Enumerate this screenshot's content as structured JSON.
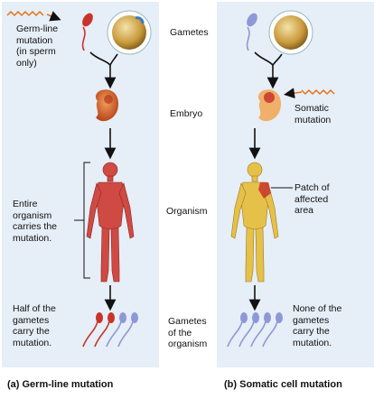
{
  "left": {
    "germline_label": "Germ-line\nmutation\n(in sperm\nonly)",
    "organism_label": "Entire\norganism\ncarries the\nmutation.",
    "gametes_label": "Half of the\ngametes\ncarry the\nmutation.",
    "caption": "(a) Germ-line mutation"
  },
  "middle": {
    "gametes": "Gametes",
    "embryo": "Embryo",
    "organism": "Organism",
    "organism_gametes": "Gametes\nof the\norganism"
  },
  "right": {
    "somatic_label": "Somatic\nmutation",
    "patch_label": "Patch of\naffected\narea",
    "gametes_label": "None of the\ngametes\ncarry the\nmutation.",
    "caption": "(b) Somatic cell mutation"
  },
  "colors": {
    "panel_bg": "#e6eef7",
    "mutant_red": "#c8342a",
    "normal_blue": "#8f98d6",
    "embryo_orange": "#d9622a",
    "body_gold": "#e6c14a"
  }
}
